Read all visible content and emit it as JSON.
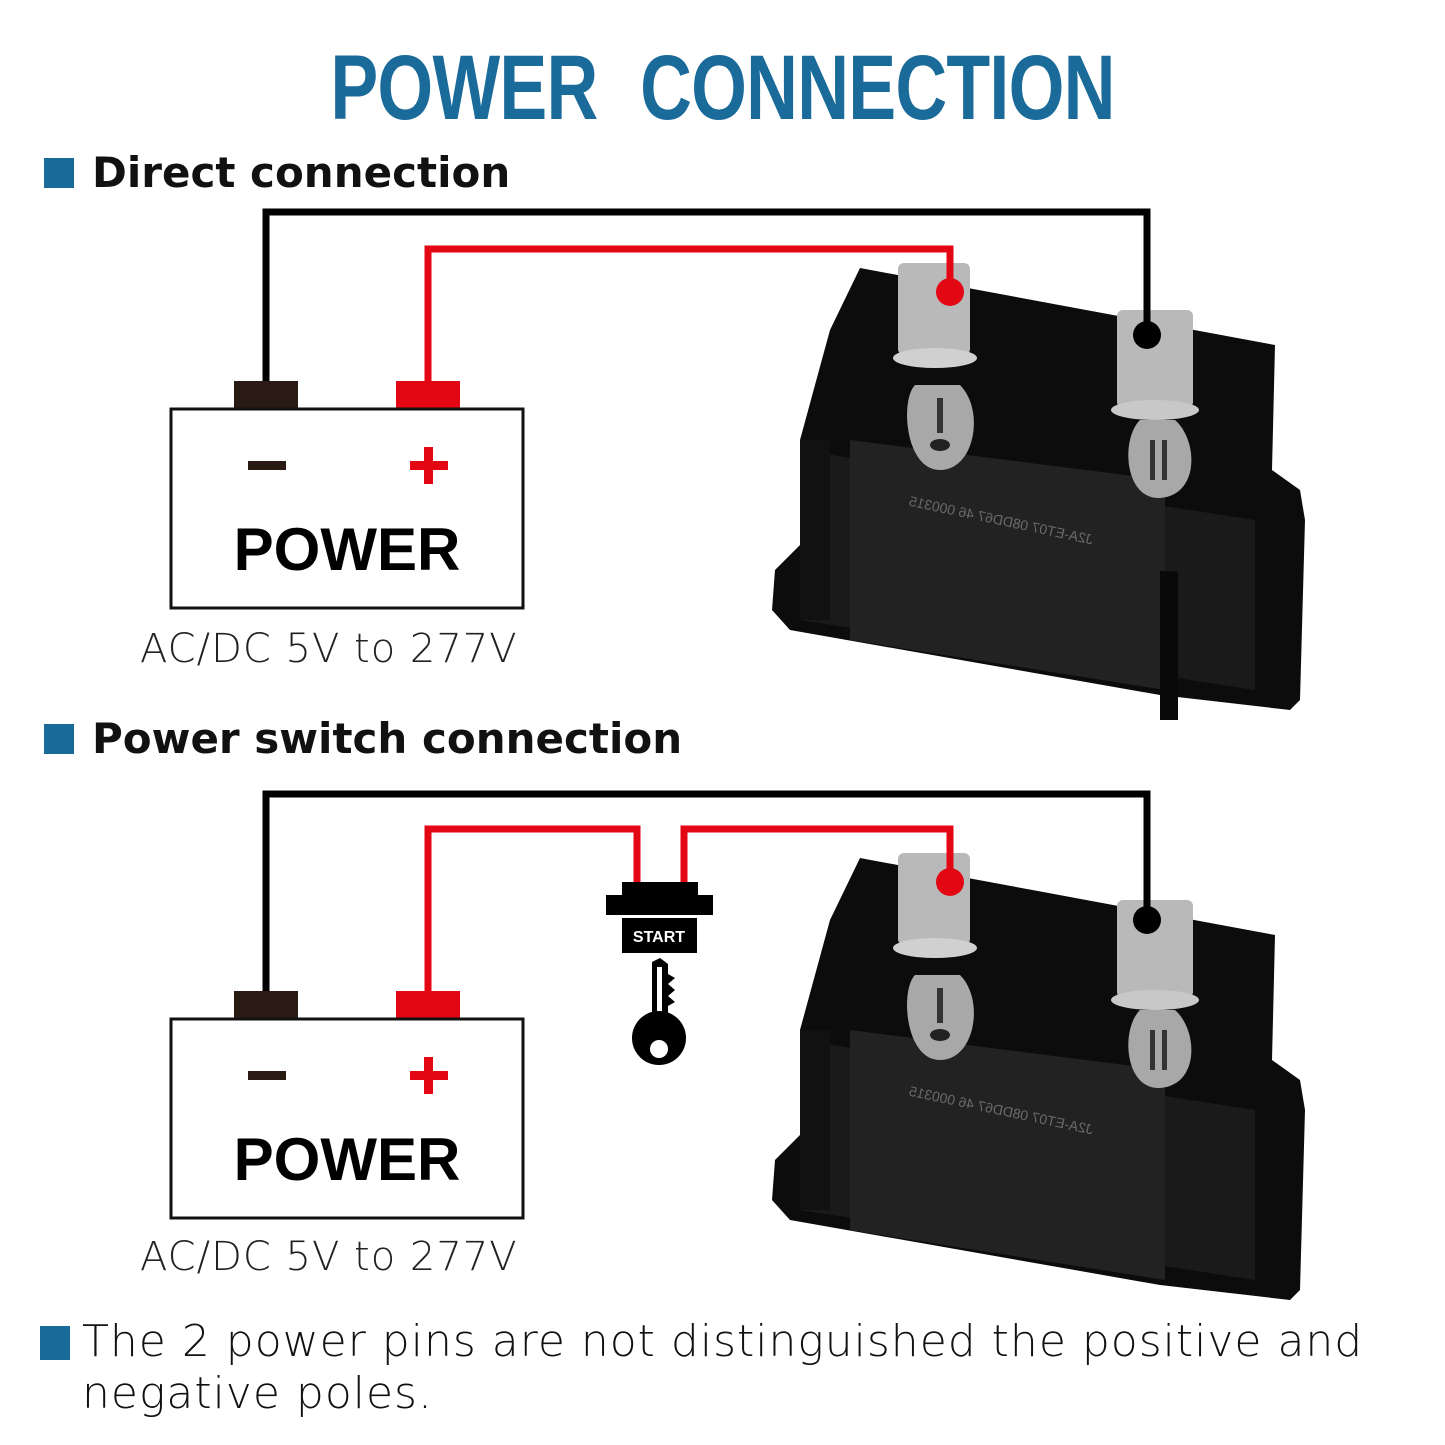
{
  "title": "POWER CONNECTION",
  "colors": {
    "accent": "#1a6a9a",
    "wire_positive": "#e30613",
    "wire_negative": "#000000",
    "terminal_negative": "#2a1a14"
  },
  "sections": [
    {
      "heading": "Direct connection",
      "battery": {
        "minus_symbol": "−",
        "plus_symbol": "+",
        "label": "POWER",
        "spec": "AC/DC 5V to 277V"
      },
      "device_marking": "J2A-ET07 08DD67 46 000315"
    },
    {
      "heading": "Power switch connection",
      "battery": {
        "minus_symbol": "−",
        "plus_symbol": "+",
        "label": "POWER",
        "spec": "AC/DC 5V to 277V"
      },
      "switch": {
        "label": "START",
        "icon": "key-icon"
      },
      "device_marking": "J2A-ET07 08DD67 46 000315"
    }
  ],
  "note": "The 2 power pins are not distinguished the positive and negative poles."
}
